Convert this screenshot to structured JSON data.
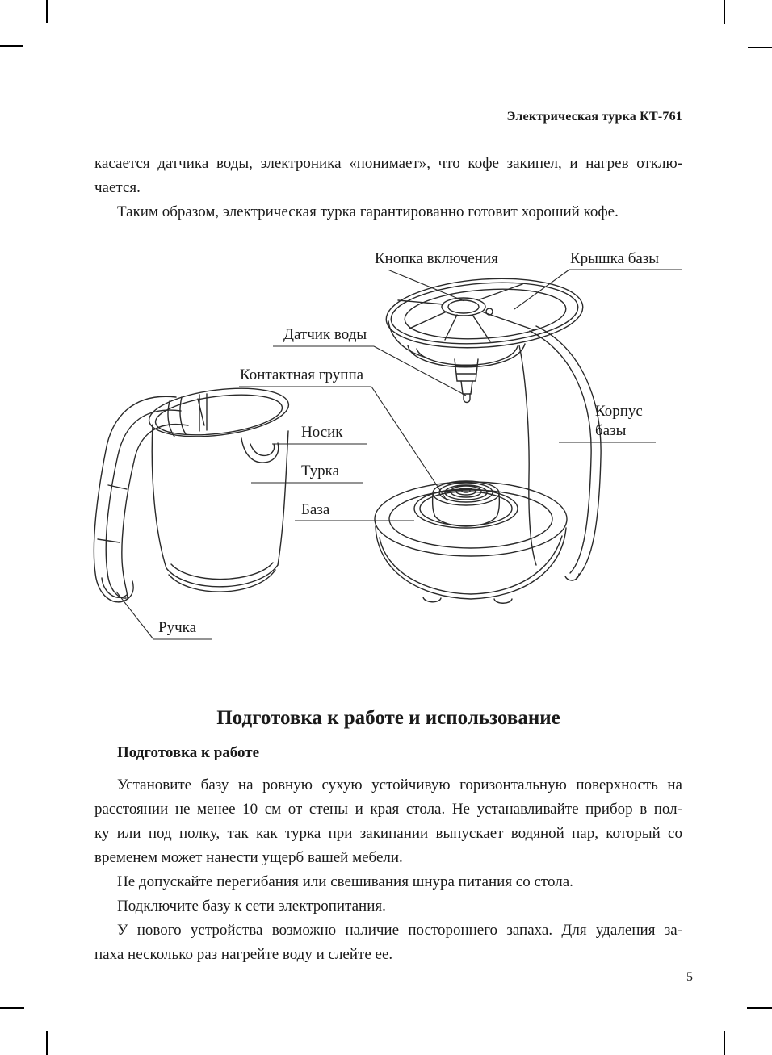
{
  "page": {
    "header": "Электрическая турка КТ-761",
    "page_number": "5"
  },
  "colors": {
    "background": "#ffffff",
    "text": "#1a1a1a",
    "line_art": "#2a2a2a"
  },
  "intro": {
    "paragraphs": [
      {
        "indent": false,
        "lines": [
          "касается датчика воды, электроника «понимает», что кофе закипел, и нагрев отклю-",
          "чается."
        ]
      },
      {
        "indent": true,
        "lines": [
          "Таким образом, электрическая турка гарантированно готовит хороший кофе."
        ]
      }
    ]
  },
  "diagram": {
    "labels": {
      "power_button": "Кнопка включения",
      "base_lid": "Крышка базы",
      "water_sensor": "Датчик воды",
      "contact_group": "Контактная группа",
      "spout": "Носик",
      "turka": "Турка",
      "base": "База",
      "base_body_line1": "Корпус",
      "base_body_line2": "базы",
      "handle": "Ручка"
    }
  },
  "section": {
    "title": "Подготовка к работе и использование",
    "subtitle": "Подготовка к работе",
    "paragraphs": [
      {
        "indent": true,
        "lines": [
          "Установите базу на ровную сухую устойчивую горизонтальную поверхность на",
          "расстоянии не менее 10 см от стены и края стола. Не устанавливайте прибор в пол-",
          "ку или под полку, так как турка при закипании выпускает водяной пар, который со",
          "временем может нанести ущерб вашей мебели."
        ]
      },
      {
        "indent": true,
        "lines": [
          "Не допускайте перегибания или свешивания шнура питания со стола."
        ]
      },
      {
        "indent": true,
        "lines": [
          "Подключите базу к сети электропитания."
        ]
      },
      {
        "indent": true,
        "lines": [
          "У нового устройства возможно наличие постороннего запаха. Для удаления за-",
          "паха несколько раз нагрейте воду и слейте ее."
        ]
      }
    ]
  }
}
